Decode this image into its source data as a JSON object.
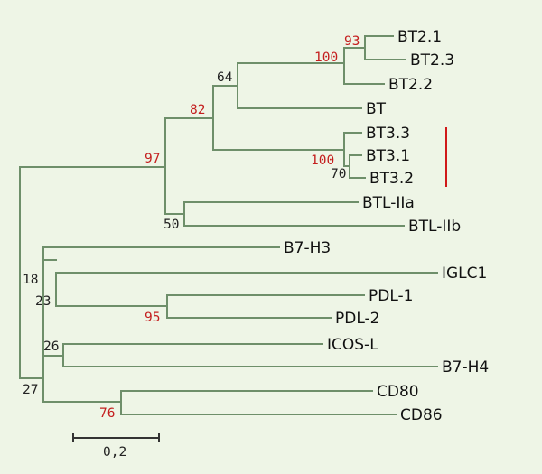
{
  "tree": {
    "leaves": [
      "BT2.1",
      "BT2.3",
      "BT2.2",
      "BT",
      "BT3.3",
      "BT3.1",
      "BT3.2",
      "BTL-IIa",
      "BTL-IIb",
      "B7-H3",
      "IGLC1",
      "PDL-1",
      "PDL-2",
      "ICOS-L",
      "B7-H4",
      "CD80",
      "CD86"
    ],
    "bootstrap_values": {
      "bt21_bt23": "93",
      "bt2_group": "100",
      "bt_clade": "64",
      "bt_all": "82",
      "bt3_group": "100",
      "bt31_bt32": "70",
      "bt_btl": "97",
      "btl_group": "50",
      "b7h3_cluster": "18",
      "iglc_pdl": "23",
      "pdl_group": "95",
      "icos_b7h4": "26",
      "cd_cluster": "27",
      "cd80_cd86": "76"
    },
    "highlight_color": "#c41f1f",
    "branch_color": "#6e8f6a"
  },
  "scale_bar": {
    "label": "0,2"
  }
}
